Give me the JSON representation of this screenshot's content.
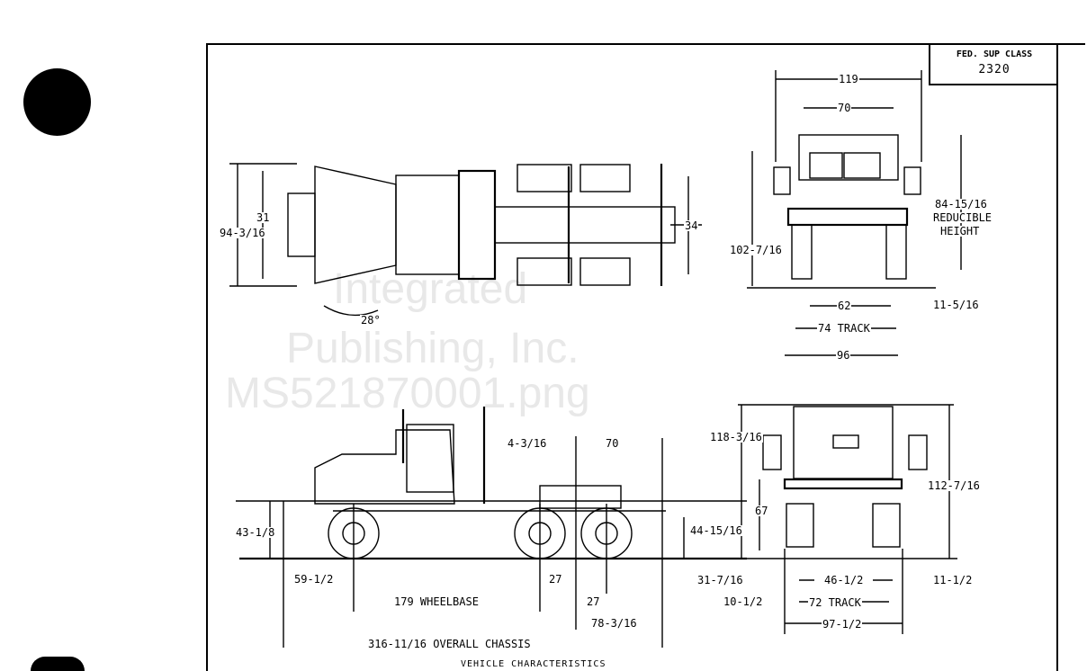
{
  "class_box": {
    "title": "FED. SUP CLASS",
    "value": "2320"
  },
  "watermark": {
    "line1": "Integrated",
    "line2": "Publishing, Inc.",
    "line3": "MS521870001.png"
  },
  "top_view": {
    "dims": [
      "94-3/16",
      "31",
      "34",
      "28°"
    ]
  },
  "front_view": {
    "dims": [
      "119",
      "70",
      "102-7/16",
      "84-15/16",
      "REDUCIBLE",
      "HEIGHT",
      "62",
      "11-5/16",
      "74 TRACK",
      "96"
    ]
  },
  "side_view": {
    "dims": [
      "4-3/16",
      "70",
      "43-1/8",
      "44-15/16",
      "59-1/2",
      "27",
      "179 WHEELBASE",
      "27",
      "31-7/16",
      "78-3/16",
      "316-11/16 OVERALL CHASSIS"
    ]
  },
  "rear_view": {
    "dims": [
      "118-3/16",
      "67",
      "112-7/16",
      "46-1/2",
      "11-1/2",
      "10-1/2",
      "72 TRACK",
      "97-1/2"
    ]
  },
  "caption": "VEHICLE CHARACTERISTICS"
}
